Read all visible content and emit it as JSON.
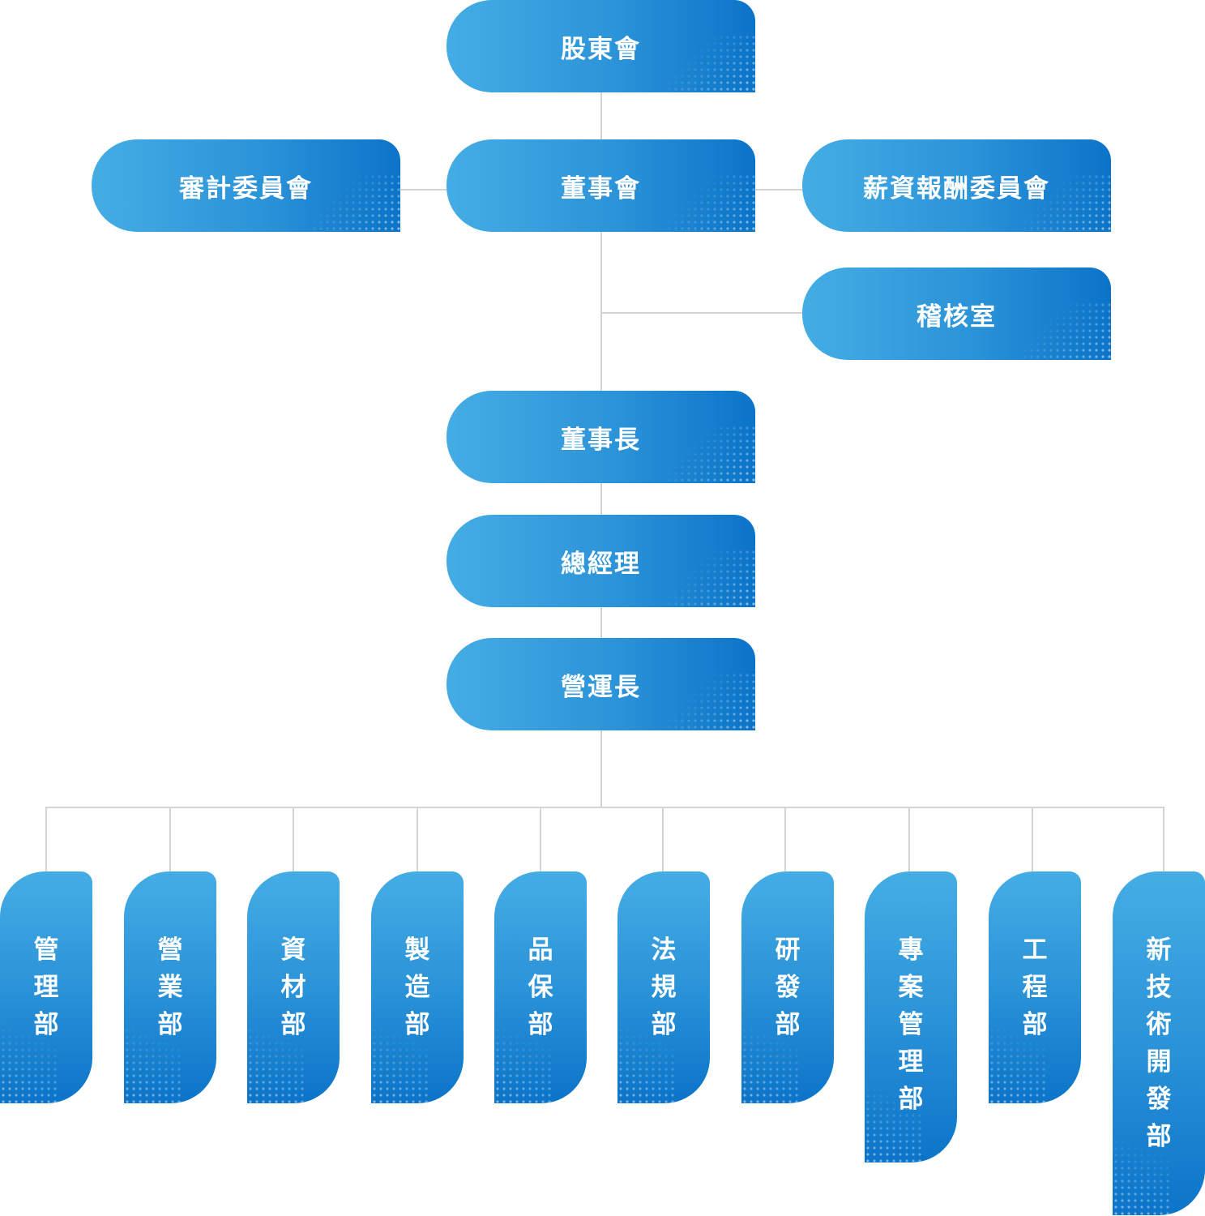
{
  "org_chart": {
    "shareholders": "股東會",
    "audit_committee": "審計委員會",
    "board": "董事會",
    "compensation_committee": "薪資報酬委員會",
    "audit_office": "稽核室",
    "chairman": "董事長",
    "general_manager": "總經理",
    "coo": "營運長",
    "departments": [
      "管理部",
      "營業部",
      "資材部",
      "製造部",
      "品保部",
      "法規部",
      "研發部",
      "專案管理部",
      "工程部",
      "新技術開發部"
    ]
  },
  "colors": {
    "box_gradient_light": "#45ade4",
    "box_gradient_dark": "#0b74c9",
    "connector": "#d4d4d4",
    "label": "#ffffff"
  }
}
